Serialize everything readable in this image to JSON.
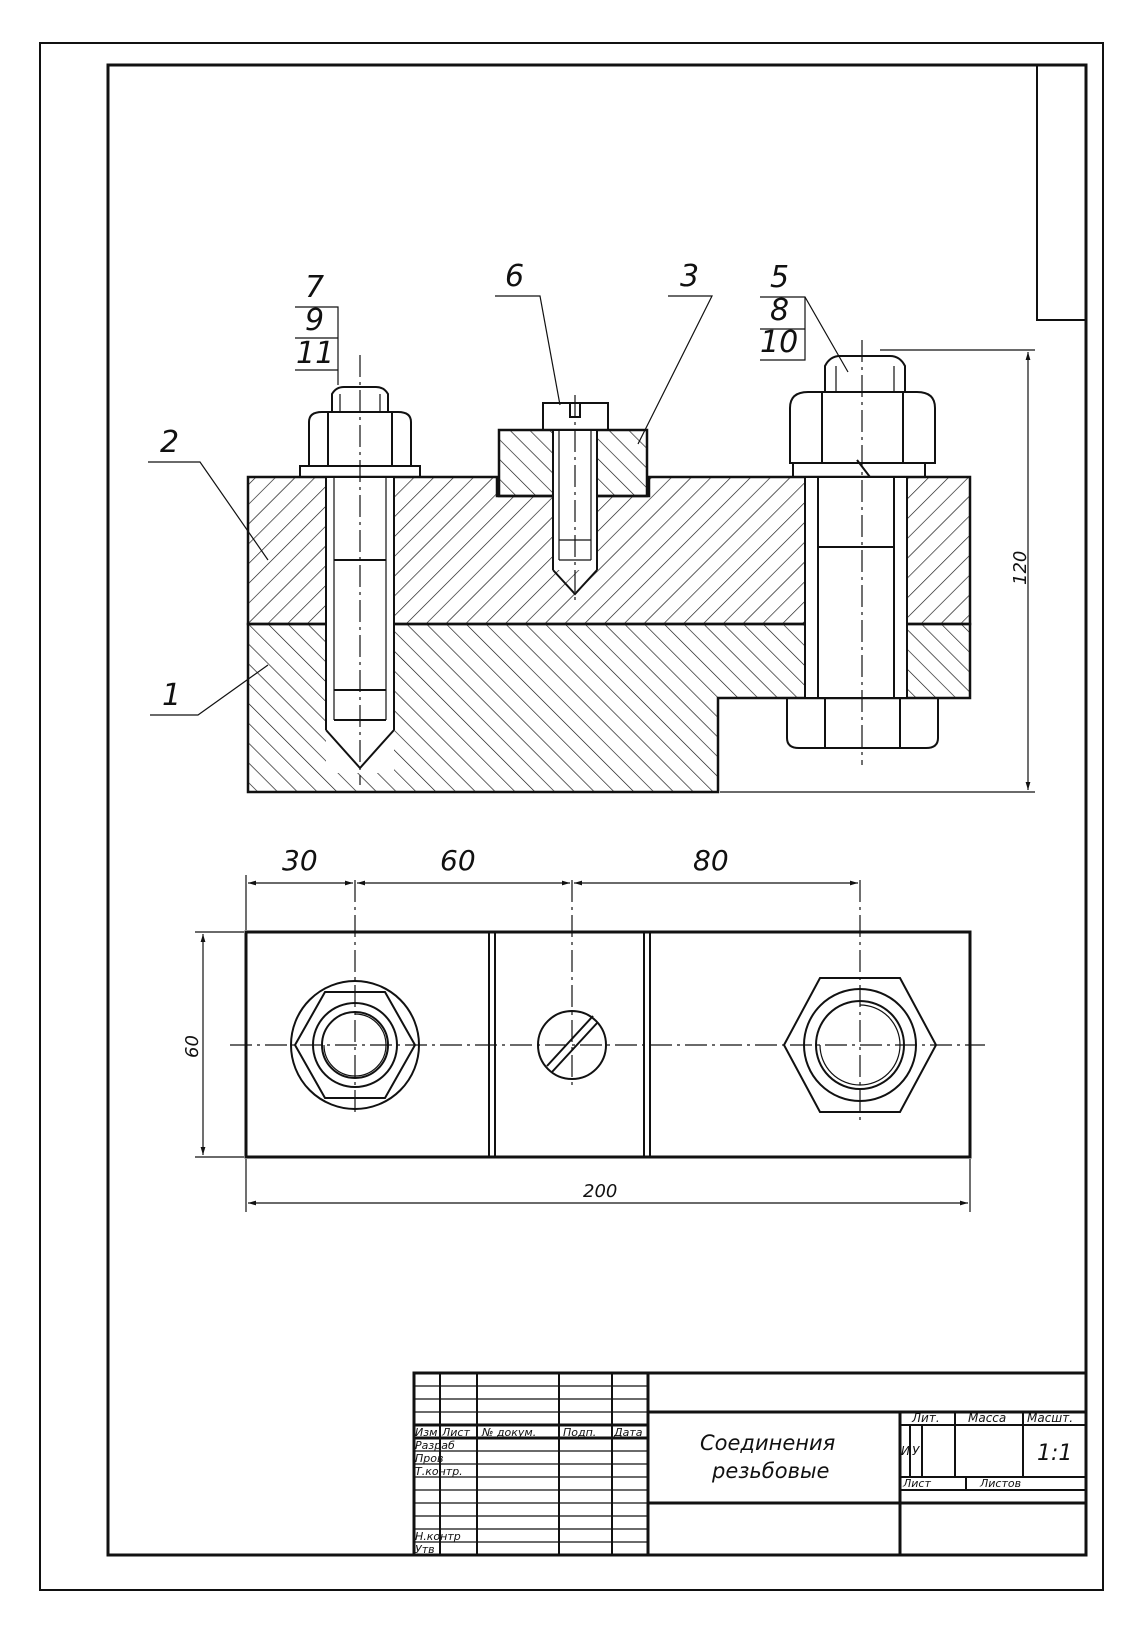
{
  "callouts": {
    "bolt_left": [
      "7",
      "9",
      "11"
    ],
    "screw": "6",
    "plate": "3",
    "bolt_right": [
      "5",
      "8",
      "10"
    ],
    "upper_part": "2",
    "lower_part": "1"
  },
  "dimensions": {
    "height": "120",
    "d1": "30",
    "d2": "60",
    "d3": "80",
    "width": "60",
    "length": "200"
  },
  "title_block": {
    "headers": [
      "Изм",
      "Лист",
      "№ докум.",
      "Подп.",
      "Дата"
    ],
    "rows": [
      "Разраб",
      "Пров",
      "Т.контр.",
      "Н.контр",
      "Утв"
    ],
    "title_line1": "Соединения",
    "title_line2": "резьбовые",
    "lit_label": "Лит.",
    "mass_label": "Масса",
    "scale_label": "Масшт.",
    "lit_values": [
      "И",
      "У"
    ],
    "scale_value": "1:1",
    "sheet_label": "Лист",
    "sheets_label": "Листов"
  }
}
